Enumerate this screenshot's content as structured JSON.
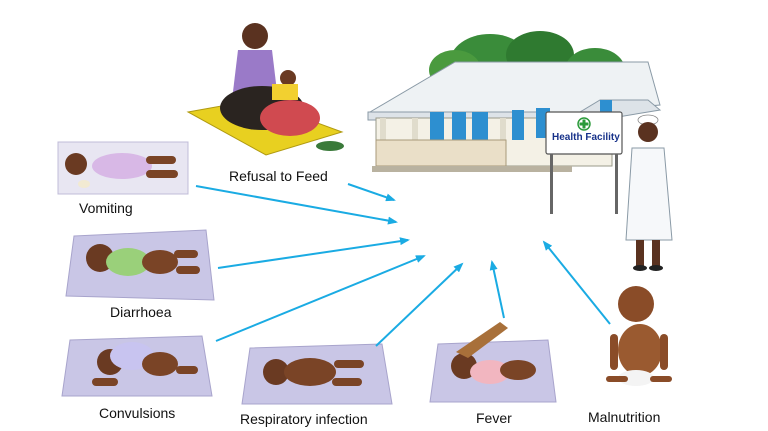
{
  "diagram": {
    "center": "Health Facility",
    "signs": [
      {
        "id": "refusal",
        "label": "Refusal to Feed"
      },
      {
        "id": "vomiting",
        "label": "Vomiting"
      },
      {
        "id": "diarrhoea",
        "label": "Diarrhoea"
      },
      {
        "id": "convulsions",
        "label": "Convulsions"
      },
      {
        "id": "respiratory",
        "label": "Respiratory infection"
      },
      {
        "id": "fever",
        "label": "Fever"
      },
      {
        "id": "malnutrition",
        "label": "Malnutrition"
      }
    ]
  },
  "colors": {
    "arrow": "#1aabe3",
    "roof": "#eef2f4",
    "wall": "#f4f1e6",
    "window_blue": "#2d8fd0",
    "blanket": "#c9c6e6",
    "skin": "#7a4426",
    "tree": "#3a8c3a",
    "mat": "#e8d020"
  }
}
